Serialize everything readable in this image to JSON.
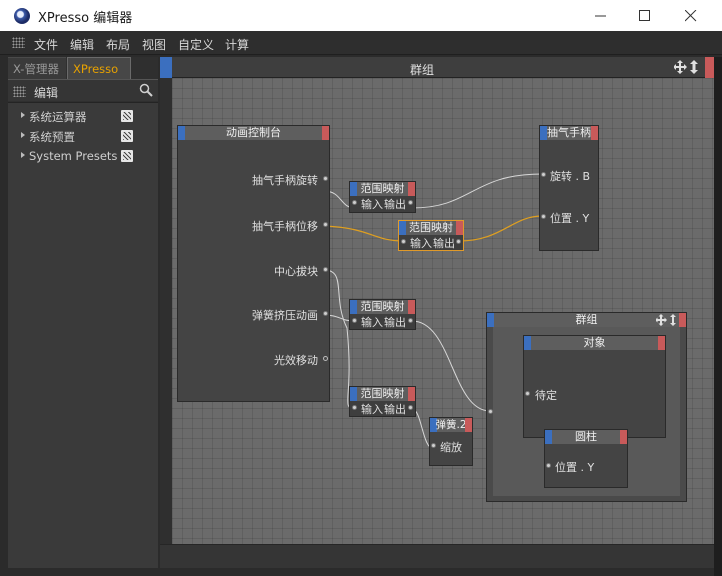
{
  "window": {
    "title": "XPresso 编辑器",
    "controls": [
      "minimize-icon",
      "maximize-icon",
      "close-icon"
    ]
  },
  "menubar": {
    "items": [
      "文件",
      "编辑",
      "布局",
      "视图",
      "自定义",
      "计算"
    ]
  },
  "left_panel": {
    "tabs": [
      {
        "label": "X-管理器",
        "active": false
      },
      {
        "label": "XPresso 池",
        "active": true
      }
    ],
    "toolbar_label": "编辑",
    "tree": [
      {
        "label": "系统运算器"
      },
      {
        "label": "系统预置"
      },
      {
        "label": "System Presets"
      }
    ]
  },
  "group": {
    "title": "群组"
  },
  "nodes": {
    "anim_controller": {
      "title": "动画控制台",
      "ports": [
        "抽气手柄旋转",
        "抽气手柄位移",
        "中心拔块",
        "弹簧挤压动画",
        "光效移动"
      ]
    },
    "range_map_1": {
      "title": "范围映射",
      "in": "输入",
      "out": "输出"
    },
    "range_map_2": {
      "title": "范围映射",
      "in": "输入",
      "out": "输出"
    },
    "range_map_3": {
      "title": "范围映射",
      "in": "输入",
      "out": "输出"
    },
    "range_map_4": {
      "title": "范围映射",
      "in": "输入",
      "out": "输出"
    },
    "pump_handle": {
      "title": "抽气手柄",
      "ports": [
        "旋转 . B",
        "位置 . Y"
      ]
    },
    "spring": {
      "title": "弹簧.2",
      "port": "缩放"
    },
    "inner_group": {
      "title": "群组"
    },
    "object": {
      "title": "对象",
      "port": "待定"
    },
    "cylinder": {
      "title": "圆柱",
      "port": "位置 . Y"
    }
  },
  "colors": {
    "accent_orange": "#e8a200",
    "header_blue": "#3b6fbf",
    "header_red": "#c85a5a",
    "wire_selected": "#e0a020"
  }
}
